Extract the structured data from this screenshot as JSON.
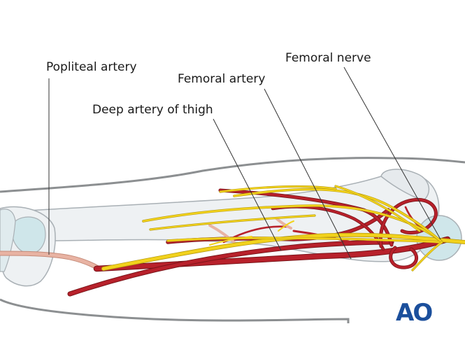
{
  "labels": {
    "popliteal_artery": "Popliteal artery",
    "femoral_nerve": "Femoral nerve",
    "femoral_artery": "Femoral artery",
    "deep_artery_of_thigh": "Deep artery of thigh"
  },
  "logo": {
    "text": "AO"
  },
  "colors": {
    "artery": "#b8212b",
    "nerve": "#f2d21c",
    "nerve_outline": "#b59a10",
    "bone_fill": "#eef1f3",
    "bone_outline": "#a9b0b5",
    "skin_outline": "#8c8f91",
    "cartilage": "#cfe6ea",
    "popliteal_vessel": "#e8b3a3",
    "leader_line": "#333333",
    "logo": "#1b4f9c"
  }
}
